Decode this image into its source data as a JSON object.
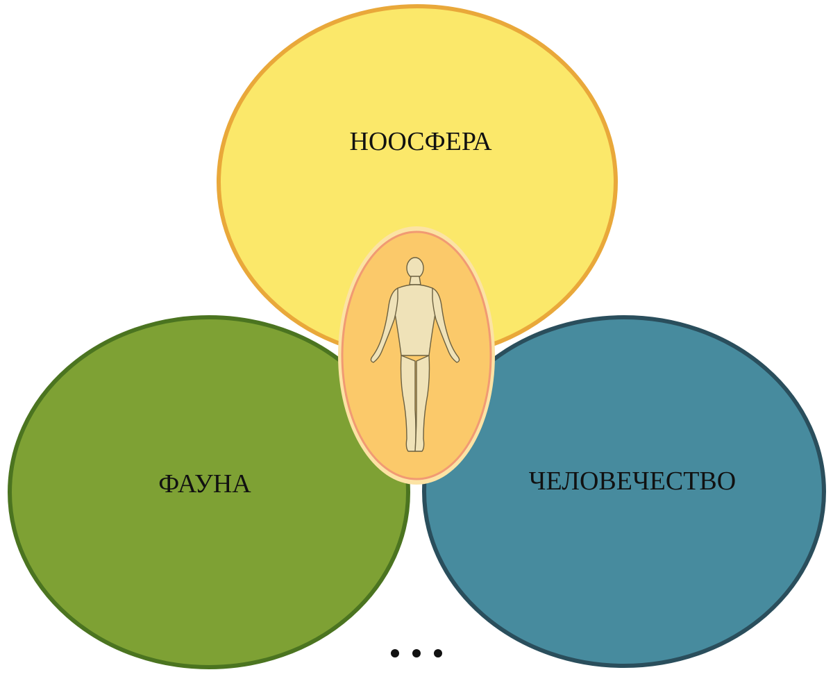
{
  "diagram": {
    "nodes": [
      {
        "id": "noosphere",
        "label": "НООСФЕРА",
        "fill": "#FBE86A",
        "stroke": "#E9A83A"
      },
      {
        "id": "fauna",
        "label": "ФАУНА",
        "fill": "#7EA134",
        "stroke": "#4B7420"
      },
      {
        "id": "humanity",
        "label": "ЧЕЛОВЕЧЕСТВО",
        "fill": "#478B9E",
        "stroke": "#2A4E5C"
      }
    ],
    "center": {
      "icon": "human-figure-icon",
      "fill": "#FBC96A",
      "inner_stroke": "#F19A73",
      "outer_stroke": "#FCE3A4",
      "figure_fill": "#EFE2B8"
    },
    "continuation": "..."
  }
}
